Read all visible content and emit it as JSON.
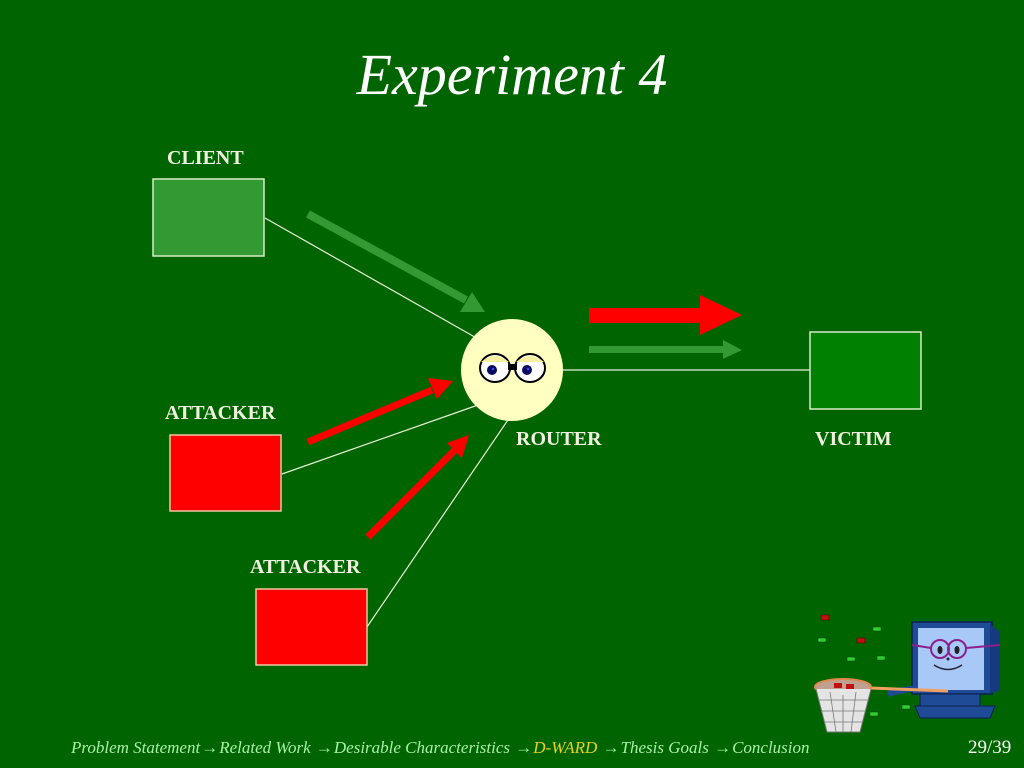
{
  "slide": {
    "title": "Experiment 4",
    "background_color": "#006400"
  },
  "diagram": {
    "nodes": [
      {
        "id": "client",
        "label": "CLIENT",
        "role": "legitimate",
        "color": "#339933"
      },
      {
        "id": "attacker1",
        "label": "ATTACKER",
        "role": "attacker",
        "color": "#ff0000"
      },
      {
        "id": "attacker2",
        "label": "ATTACKER",
        "role": "attacker",
        "color": "#ff0000"
      },
      {
        "id": "router",
        "label": "ROUTER",
        "role": "router",
        "color": "#ffffc0",
        "icon": "eyes-icon"
      },
      {
        "id": "victim",
        "label": "VICTIM",
        "role": "victim",
        "color": "#008000"
      }
    ],
    "links": [
      {
        "from": "client",
        "to": "router"
      },
      {
        "from": "attacker1",
        "to": "router"
      },
      {
        "from": "attacker2",
        "to": "router"
      },
      {
        "from": "router",
        "to": "victim"
      }
    ],
    "flows": [
      {
        "from": "client",
        "to": "router",
        "type": "legitimate",
        "color": "#339933"
      },
      {
        "from": "attacker1",
        "to": "router",
        "type": "attack",
        "color": "#ff0000"
      },
      {
        "from": "attacker2",
        "to": "router",
        "type": "attack",
        "color": "#ff0000"
      },
      {
        "from": "router",
        "to": "victim",
        "type": "attack",
        "color": "#ff0000"
      },
      {
        "from": "router",
        "to": "victim",
        "type": "legitimate",
        "color": "#339933"
      }
    ],
    "clipart": "computer-catching-packets-icon"
  },
  "footer": {
    "nav": [
      {
        "label": "Problem Statement",
        "current": false
      },
      {
        "label": "Related Work",
        "current": false
      },
      {
        "label": "Desirable Characteristics",
        "current": false
      },
      {
        "label": "D-WARD",
        "current": true
      },
      {
        "label": "Thesis Goals",
        "current": false
      },
      {
        "label": "Conclusion",
        "current": false
      }
    ],
    "arrow": "→",
    "page_number": "29/39"
  }
}
